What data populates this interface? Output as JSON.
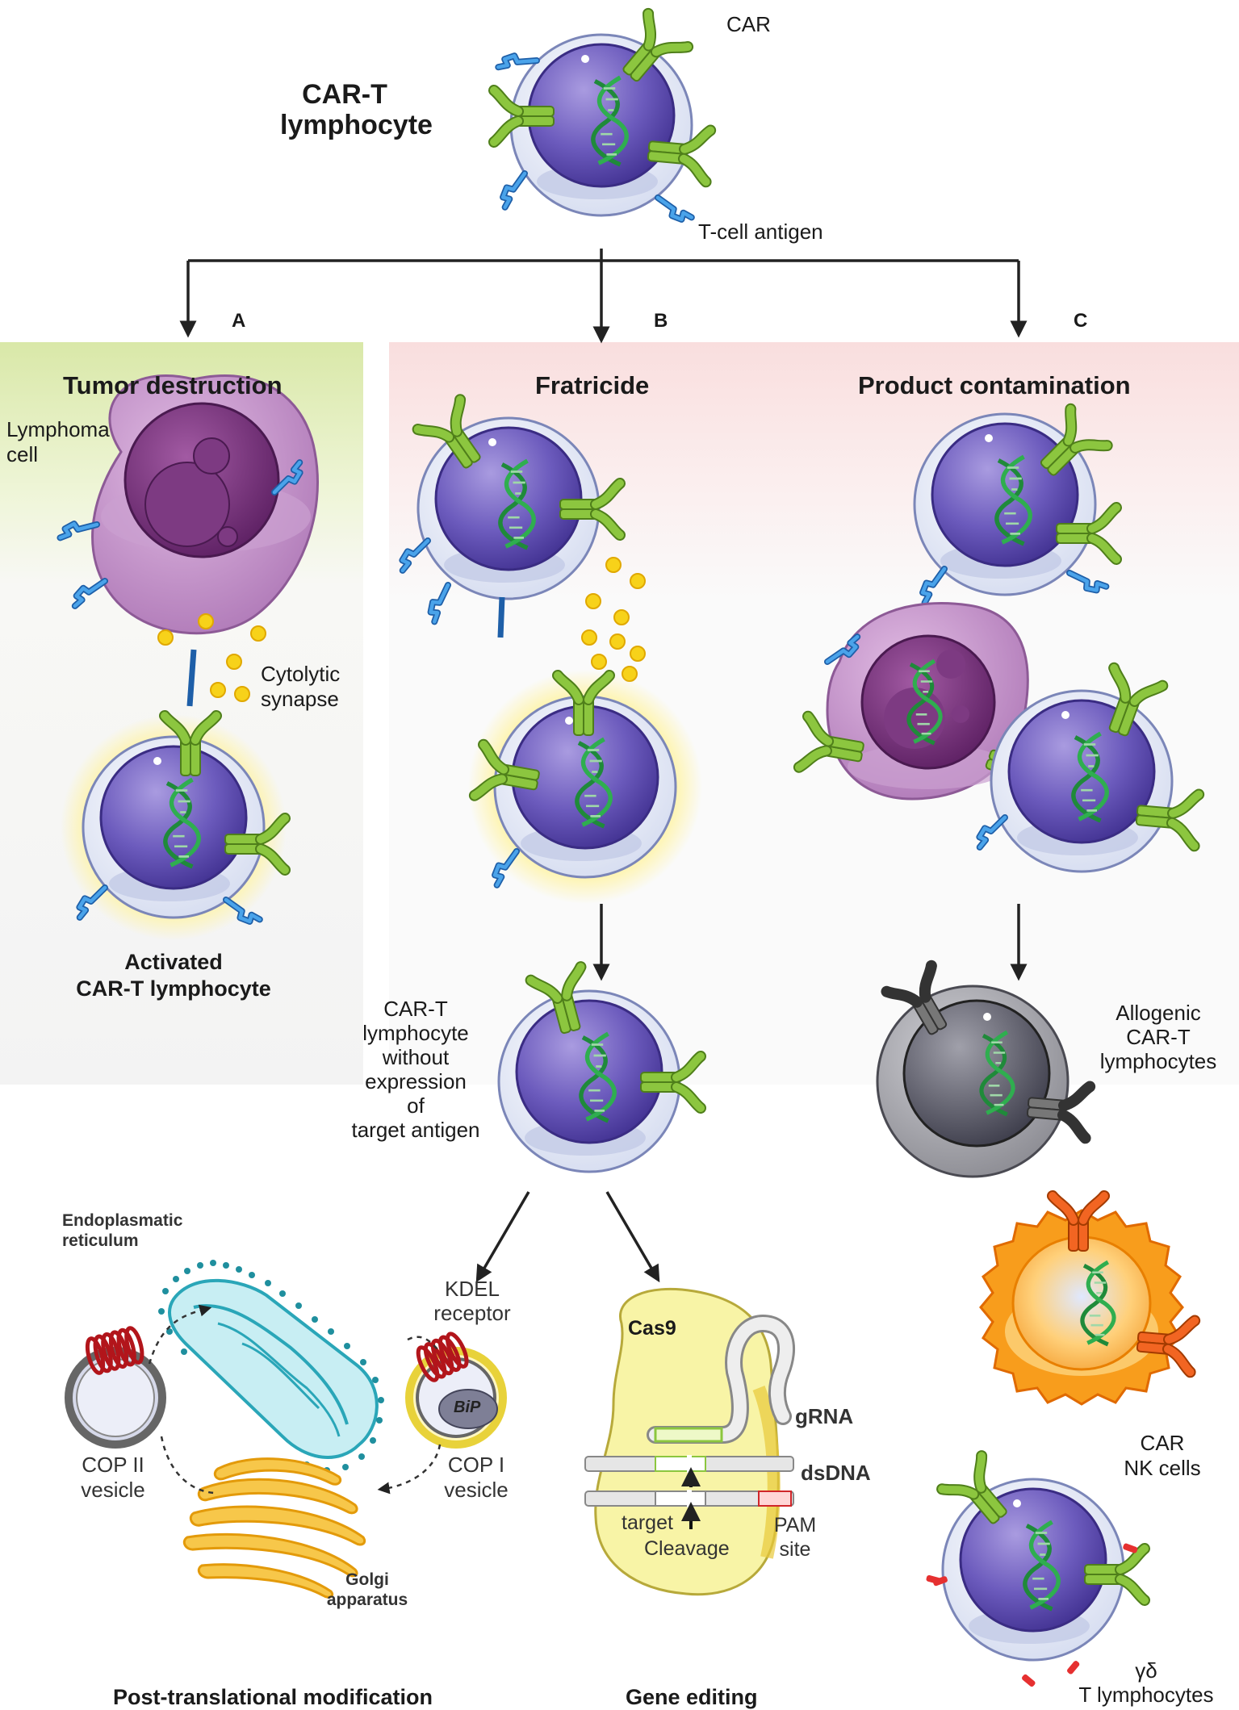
{
  "top": {
    "title_line1": "CAR-T",
    "title_line2": "lymphocyte",
    "car_label": "CAR",
    "antigen_label": "T-cell antigen"
  },
  "branches": {
    "a": {
      "letter": "A",
      "heading": "Tumor destruction",
      "lymphoma_line1": "Lymphoma",
      "lymphoma_line2": "cell",
      "synapse_line1": "Cytolytic",
      "synapse_line2": "synapse",
      "activated_line1": "Activated",
      "activated_line2": "CAR-T lymphocyte"
    },
    "b": {
      "letter": "B",
      "heading": "Fratricide",
      "result_lines": [
        "CAR-T",
        "lymphocyte",
        "without",
        "expression",
        "of",
        "target antigen"
      ]
    },
    "c": {
      "letter": "C",
      "heading": "Product contamination",
      "allogenic_lines": [
        "Allogenic",
        "CAR-T",
        "lymphocytes"
      ],
      "nk_lines": [
        "CAR",
        "NK cells"
      ],
      "gd_lines": [
        "γδ",
        "T lymphocytes"
      ]
    }
  },
  "ptm": {
    "er_line1": "Endoplasmatic",
    "er_line2": "reticulum",
    "kdel_line1": "KDEL",
    "kdel_line2": "receptor",
    "bip": "BiP",
    "cop2_line1": "COP II",
    "cop2_line2": "vesicle",
    "cop1_line1": "COP I",
    "cop1_line2": "vesicle",
    "golgi_line1": "Golgi",
    "golgi_line2": "apparatus",
    "caption": "Post-translational modification"
  },
  "gene": {
    "cas9": "Cas9",
    "grna": "gRNA",
    "dsdna": "dsDNA",
    "target": "target",
    "cleavage": "Cleavage",
    "pam_line1": "PAM",
    "pam_line2": "site",
    "caption": "Gene editing"
  },
  "colors": {
    "nucleus": "#6a55b8",
    "cell_membrane": "#dfe4f4",
    "car_receptor": "#8cc63f",
    "t_cell_antigen": "#3a8fd8",
    "lymphoma": "#c58fc9",
    "er": "#3fb8c8",
    "golgi": "#f5b731",
    "nk": "#f7941d",
    "cas9": "#f7f3a0"
  }
}
